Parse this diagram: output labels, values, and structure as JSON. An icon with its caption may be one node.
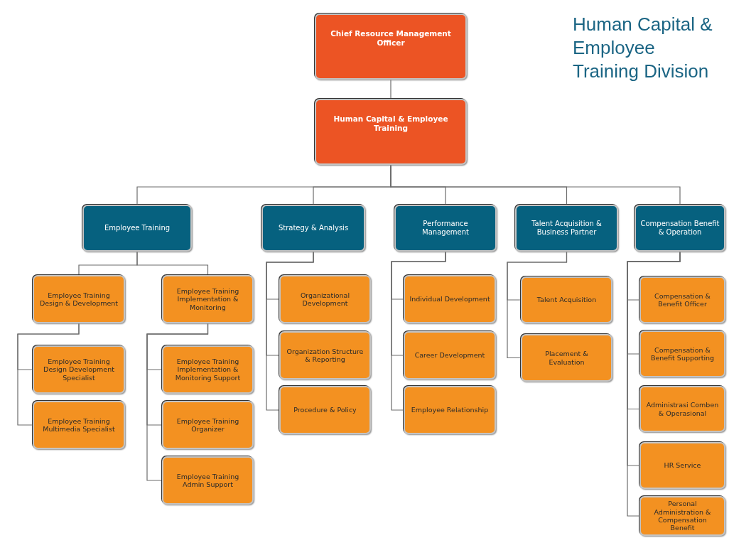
{
  "diagram": {
    "title": "Human Capital & Employee Training Division",
    "nodes": [
      {
        "text": [
          "Chief Resource Management Officer"
        ]
      },
      {
        "text": [
          "Human Capital & Employee Training"
        ]
      },
      {
        "text": [
          "Employee Training"
        ]
      },
      {
        "text": [
          "Employee Training Design & Development"
        ]
      },
      {
        "text": [
          "Employee Training Implementation & Monitoring"
        ]
      },
      {
        "text": [
          "Employee Training Design Development Specialist"
        ]
      },
      {
        "text": [
          "Employee Training Multimedia Specialist"
        ]
      },
      {
        "text": [
          "Employee Training Implementation & Monitoring Support"
        ]
      },
      {
        "text": [
          "Employee Training Organizer"
        ]
      },
      {
        "text": [
          "Employee Training Admin Support"
        ]
      },
      {
        "text": [
          "Strategy & Analysis"
        ]
      },
      {
        "text": [
          "Organizational Development"
        ]
      },
      {
        "text": [
          "Organization Structure & Reporting"
        ]
      },
      {
        "text": [
          "Procedure & Policy"
        ]
      },
      {
        "text": [
          "Performance Management"
        ]
      },
      {
        "text": [
          "Individual Development"
        ]
      },
      {
        "text": [
          "Career Development"
        ]
      },
      {
        "text": [
          "Employee Relationship"
        ]
      },
      {
        "text": [
          "Talent Acquisition & Business Partner"
        ]
      },
      {
        "text": [
          "Talent Acquisition"
        ]
      },
      {
        "text": [
          "Placement & Evaluation"
        ]
      },
      {
        "text": [
          "Compensation Benefit & Operation"
        ]
      },
      {
        "text": [
          "Compensation & Benefit Officer"
        ]
      },
      {
        "text": [
          "Compensation & Benefit Supporting"
        ]
      },
      {
        "text": [
          "Administrasi Comben & Operasional"
        ]
      },
      {
        "text": [
          "HR Service"
        ]
      },
      {
        "text": [
          "Personal Administration & Compensation Benefit"
        ]
      }
    ],
    "edges": [
      {
        "from": 0,
        "to": 1,
        "arrow": "none"
      },
      {
        "from": 1,
        "to": 2,
        "arrow": "none"
      },
      {
        "from": 1,
        "to": 10,
        "arrow": "none"
      },
      {
        "from": 1,
        "to": 14,
        "arrow": "none"
      },
      {
        "from": 1,
        "to": 18,
        "arrow": "none"
      },
      {
        "from": 1,
        "to": 21,
        "arrow": "none"
      },
      {
        "from": 2,
        "to": 3,
        "arrow": "none"
      },
      {
        "from": 2,
        "to": 4,
        "arrow": "none"
      },
      {
        "from": 3,
        "to": 5,
        "arrow": "none"
      },
      {
        "from": 3,
        "to": 6,
        "arrow": "none"
      },
      {
        "from": 4,
        "to": 7,
        "arrow": "none"
      },
      {
        "from": 4,
        "to": 8,
        "arrow": "none"
      },
      {
        "from": 4,
        "to": 9,
        "arrow": "none"
      },
      {
        "from": 10,
        "to": 11,
        "arrow": "none"
      },
      {
        "from": 10,
        "to": 12,
        "arrow": "none"
      },
      {
        "from": 10,
        "to": 13,
        "arrow": "none"
      },
      {
        "from": 14,
        "to": 15,
        "arrow": "none"
      },
      {
        "from": 14,
        "to": 16,
        "arrow": "none"
      },
      {
        "from": 14,
        "to": 17,
        "arrow": "none"
      },
      {
        "from": 18,
        "to": 19,
        "arrow": "none"
      },
      {
        "from": 18,
        "to": 20,
        "arrow": "none"
      },
      {
        "from": 21,
        "to": 22,
        "arrow": "none"
      },
      {
        "from": 21,
        "to": 23,
        "arrow": "none"
      },
      {
        "from": 21,
        "to": 24,
        "arrow": "none"
      },
      {
        "from": 21,
        "to": 25,
        "arrow": "none"
      },
      {
        "from": 21,
        "to": 26,
        "arrow": "none"
      }
    ]
  }
}
